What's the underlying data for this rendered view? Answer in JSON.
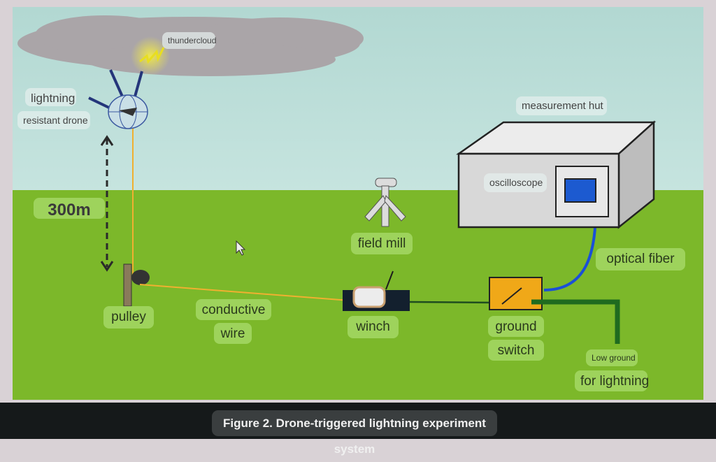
{
  "labels": {
    "thundercloud": "thundercloud",
    "drone_line1": "lightning",
    "drone_line2": "resistant drone",
    "height": "300m",
    "pulley": "pulley",
    "conductive_line1": "conductive",
    "conductive_line2": "wire",
    "field_mill": "field mill",
    "winch": "winch",
    "measurement_hut": "measurement hut",
    "oscilloscope": "oscilloscope",
    "optical_fiber": "optical fiber",
    "ground_switch_line1": "ground",
    "ground_switch_line2": "switch",
    "low_ground_line1": "Low ground",
    "low_ground_line2": "for lightning"
  },
  "caption": "Figure 2. Drone-triggered lightning experiment system",
  "colors": {
    "sky": "#bfe0da",
    "grass": "#7cb82a",
    "wire": "#f0b030",
    "fiber": "#1a4fd8",
    "ground_wire": "#1f6b1f",
    "switch": "#f0a818",
    "screen": "#1c5ad0"
  }
}
